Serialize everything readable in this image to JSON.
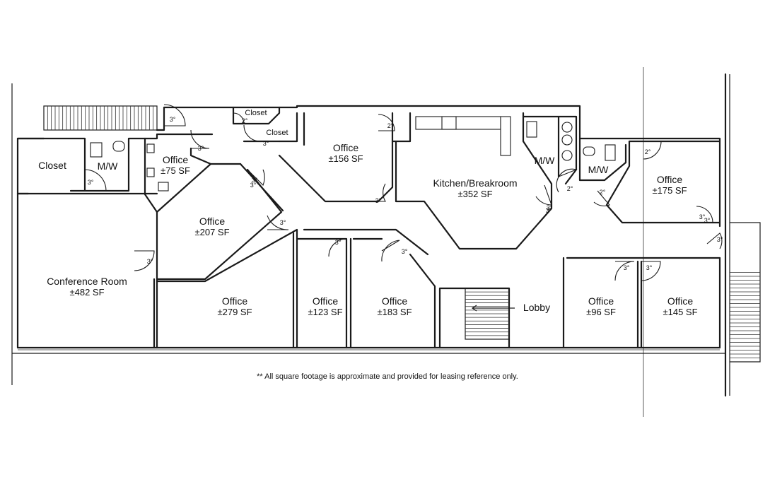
{
  "rooms": [
    {
      "name": "Closet",
      "area": "",
      "x": 0,
      "y": 0
    },
    {
      "name": "M/W",
      "area": ""
    },
    {
      "name": "Office",
      "area": "±75 SF"
    },
    {
      "name": "Closet",
      "area": ""
    },
    {
      "name": "Closet",
      "area": ""
    },
    {
      "name": "Office",
      "area": "±156 SF"
    },
    {
      "name": "Kitchen/Breakroom",
      "area": "±352 SF"
    },
    {
      "name": "M/W",
      "area": ""
    },
    {
      "name": "M/W",
      "area": ""
    },
    {
      "name": "Office",
      "area": "±175 SF"
    },
    {
      "name": "Office",
      "area": "±207 SF"
    },
    {
      "name": "Conference Room",
      "area": "±482 SF"
    },
    {
      "name": "Office",
      "area": "±279 SF"
    },
    {
      "name": "Office",
      "area": "±123 SF"
    },
    {
      "name": "Office",
      "area": "±183 SF"
    },
    {
      "name": "Lobby",
      "area": ""
    },
    {
      "name": "Office",
      "area": "±96 SF"
    },
    {
      "name": "Office",
      "area": "±145 SF"
    }
  ],
  "door_widths": [
    "3°",
    "2°",
    "3°",
    "3°",
    "3°",
    "2°",
    "3°",
    "3°",
    "2°",
    "2°",
    "3°",
    "3°",
    "3°",
    "3°",
    "3°",
    "3°",
    "3°",
    "3°",
    "3°",
    "3°",
    "2°",
    "3°",
    "3°"
  ],
  "footnote": "** All square footage is approximate and provided for leasing reference only."
}
